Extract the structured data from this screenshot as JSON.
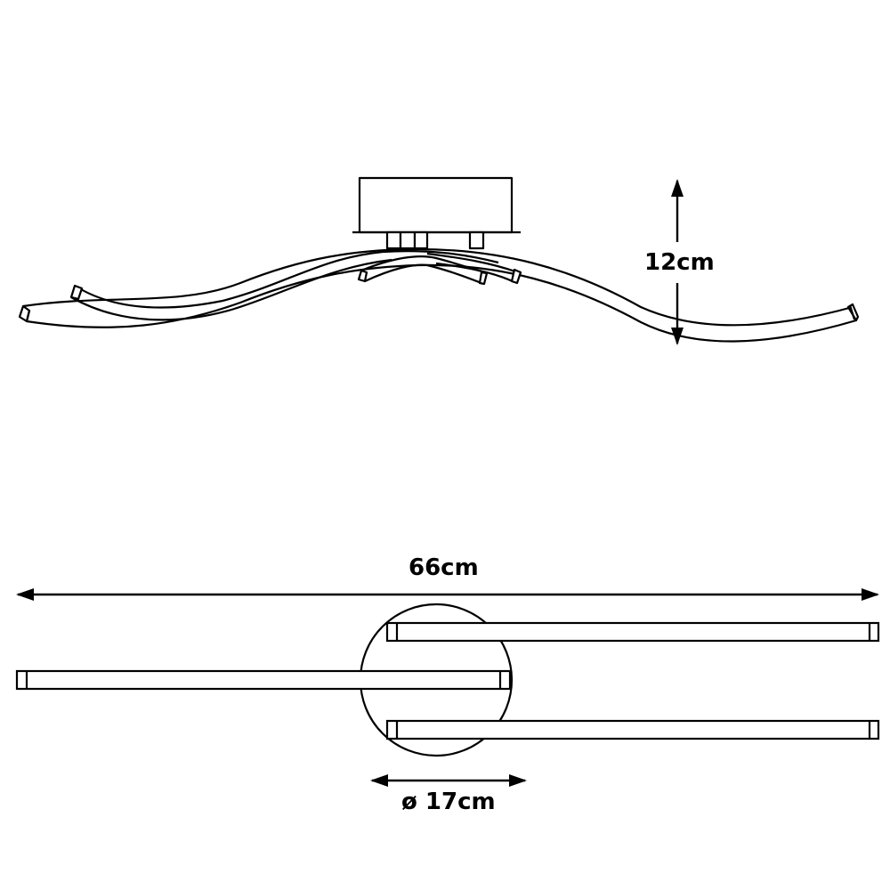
{
  "diagram": {
    "subject": "wave ceiling lamp dimension drawing",
    "side_view": {
      "height_label": "12cm"
    },
    "top_view": {
      "width_label": "66cm",
      "diameter_label": "ø 17cm"
    }
  },
  "colors": {
    "stroke": "#000000",
    "background": "#ffffff"
  }
}
